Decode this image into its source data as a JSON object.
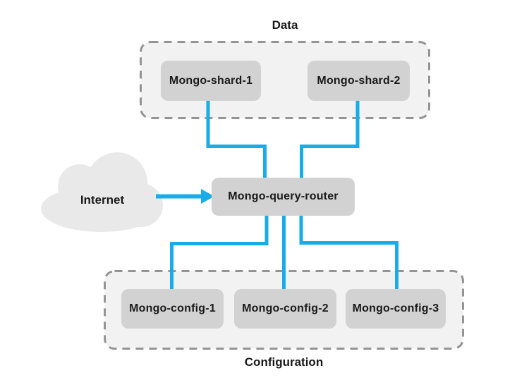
{
  "colors": {
    "connector": "#18ACE8",
    "node_fill": "#D2D2D3",
    "node_text": "#1A1A1A",
    "group_fill": "#F2F2F3",
    "group_border": "#949494",
    "cloud_fill": "#E9E9EA",
    "background": "#FFFFFF"
  },
  "internet": {
    "label": "Internet"
  },
  "router": {
    "label": "Mongo-query-router"
  },
  "groups": {
    "data": {
      "label": "Data",
      "nodes": [
        {
          "label": "Mongo-shard-1"
        },
        {
          "label": "Mongo-shard-2"
        }
      ]
    },
    "configuration": {
      "label": "Configuration",
      "nodes": [
        {
          "label": "Mongo-config-1"
        },
        {
          "label": "Mongo-config-2"
        },
        {
          "label": "Mongo-config-3"
        }
      ]
    }
  }
}
